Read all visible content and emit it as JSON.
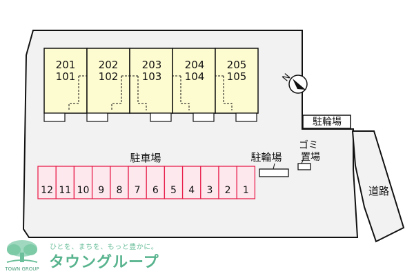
{
  "units": [
    {
      "upper": "201",
      "lower": "101"
    },
    {
      "upper": "202",
      "lower": "102"
    },
    {
      "upper": "203",
      "lower": "103"
    },
    {
      "upper": "204",
      "lower": "104"
    },
    {
      "upper": "205",
      "lower": "105"
    }
  ],
  "labels": {
    "parking": "駐車場",
    "bicycle_parking_top": "駐輪場",
    "bicycle_parking_mid": "駐輪場",
    "garbage_line1": "ゴミ",
    "garbage_line2": "置場",
    "road": "道路"
  },
  "parking_slots": [
    "12",
    "11",
    "10",
    "9",
    "8",
    "7",
    "6",
    "5",
    "4",
    "3",
    "2",
    "1"
  ],
  "compass": {
    "letter": "N"
  },
  "logo": {
    "tagline": "ひとを、まちを、もっと豊かに。",
    "name": "タウングループ",
    "english": "TOWN GROUP"
  },
  "colors": {
    "building": "#fdfbd0",
    "lot": "#f2f2f2",
    "slot": "#fde8ee",
    "slot_border": "#e8204c",
    "logo": "#6bbf9b"
  }
}
